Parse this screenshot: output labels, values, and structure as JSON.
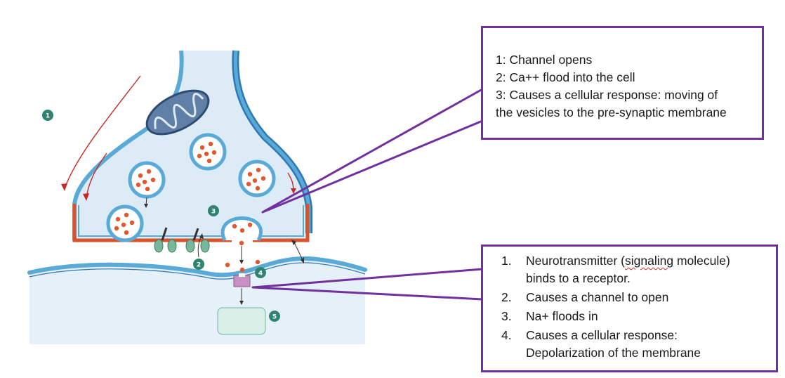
{
  "badges": [
    "1",
    "2",
    "3",
    "4",
    "5"
  ],
  "presynaptic_callout": {
    "lines": [
      "1: Channel opens",
      "2: Ca++ flood into the cell",
      "3: Causes a cellular response: moving of",
      "the vesicles to the pre-synaptic membrane"
    ]
  },
  "postsynaptic_callout": {
    "items": [
      {
        "num": "1.",
        "pre": "Neurotransmitter (",
        "squiggle": "signaling",
        "post": " molecule)"
      },
      {
        "num": "",
        "pre": "binds to a receptor.",
        "squiggle": "",
        "post": ""
      },
      {
        "num": "2.",
        "pre": "Causes a channel to open",
        "squiggle": "",
        "post": ""
      },
      {
        "num": "3.",
        "pre": "Na+ floods in",
        "squiggle": "",
        "post": ""
      },
      {
        "num": "4.",
        "pre": "Causes a cellular response:",
        "squiggle": "",
        "post": ""
      },
      {
        "num": "",
        "pre": "Depolarization of the membrane",
        "squiggle": "",
        "post": ""
      }
    ]
  },
  "colors": {
    "membrane": "#5aaad8",
    "membrane_dark": "#2e79b5",
    "cytoplasm": "#dcebf6",
    "active_zone": "#d9532a",
    "badge": "#2f8370",
    "callout_border": "#7030a0",
    "neurotransmitter": "#e2572d",
    "receptor": "#c890c4",
    "channel": "#78b89a",
    "arrow": "#c62828"
  }
}
